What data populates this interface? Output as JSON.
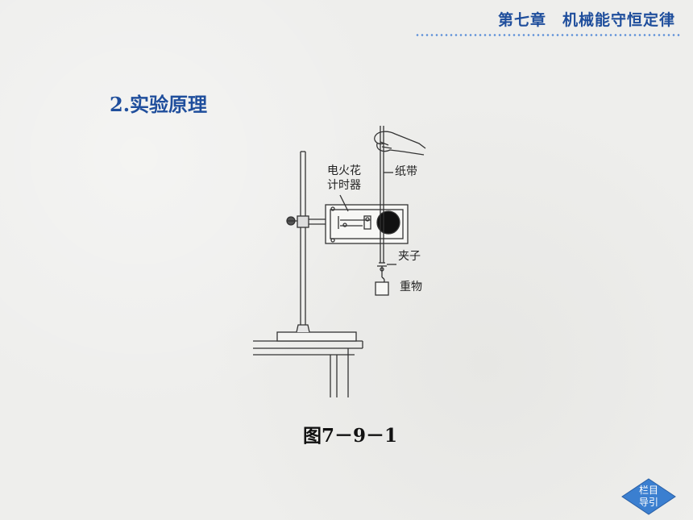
{
  "header": {
    "title": "第七章　机械能守恒定律"
  },
  "section": {
    "heading": "2.实验原理"
  },
  "figure": {
    "labels": {
      "timer_line1": "电火花",
      "timer_line2": "计时器",
      "tape": "纸带",
      "clip": "夹子",
      "weight": "重物"
    },
    "caption": "图7－9－1"
  },
  "nav": {
    "line1": "栏目",
    "line2": "导引"
  },
  "colors": {
    "accent": "#1f4e9c",
    "nav": "#3b7fd0"
  }
}
